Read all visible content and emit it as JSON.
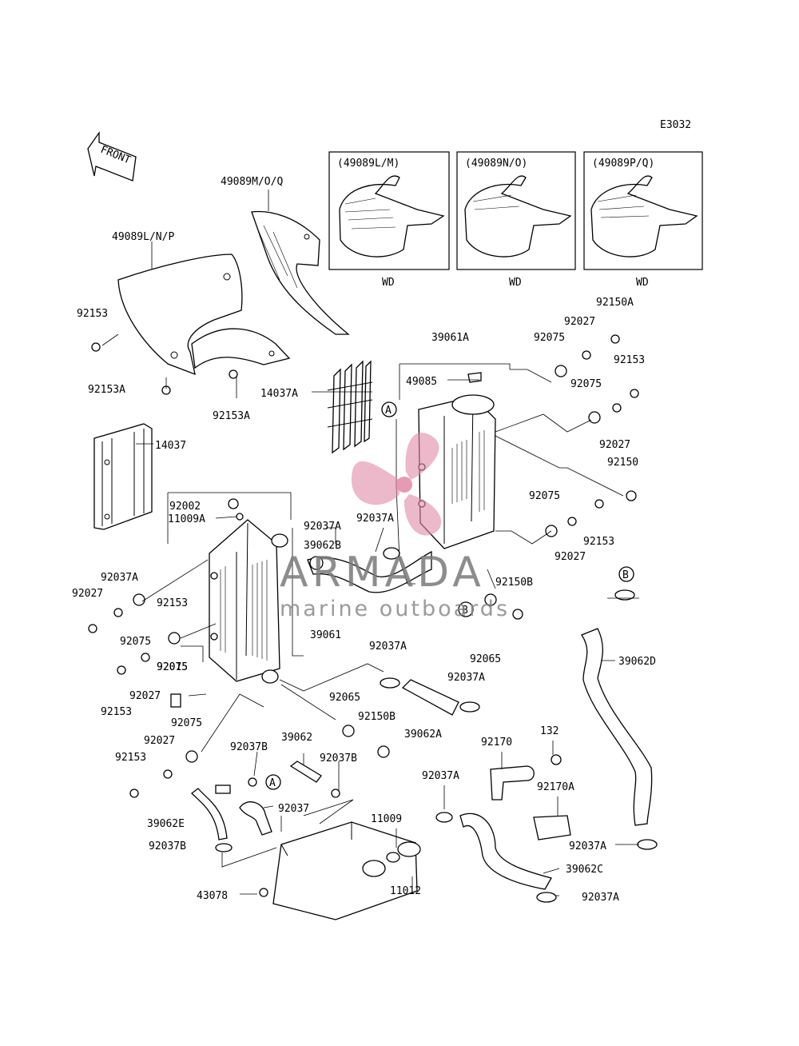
{
  "diagram_code": "E3032",
  "front_label": "FRONT",
  "watermark": {
    "brand": "ARMADA",
    "tagline": "marine outboards",
    "logo_color": "#e08aa6"
  },
  "variant_boxes": [
    {
      "code": "(49089L/M)",
      "note": "WD"
    },
    {
      "code": "(49089N/O)",
      "note": "WD"
    },
    {
      "code": "(49089P/Q)",
      "note": "WD"
    }
  ],
  "callouts": {
    "A": "A",
    "B": "B"
  },
  "part_labels": [
    "49089M/O/Q",
    "49089L/N/P",
    "92153",
    "92153A",
    "92153A",
    "14037",
    "14037A",
    "39061A",
    "49085",
    "92150A",
    "92027",
    "92075",
    "92153",
    "92075",
    "92027",
    "92150",
    "92002",
    "11009A",
    "92037A",
    "39062B",
    "92037A",
    "92075",
    "92153",
    "92027",
    "92150B",
    "92065",
    "92037A",
    "92027",
    "92153",
    "92075",
    "92075",
    "39061",
    "92015",
    "92027",
    "92153",
    "92075",
    "92037A",
    "92065",
    "92150B",
    "92037A",
    "39062A",
    "39062D",
    "92027",
    "92153",
    "92037B",
    "39062",
    "92037B",
    "92037",
    "39062E",
    "92037B",
    "43078",
    "11009",
    "11012",
    "92037A",
    "92170",
    "132",
    "92170A",
    "92037A",
    "39062C",
    "92037A"
  ]
}
